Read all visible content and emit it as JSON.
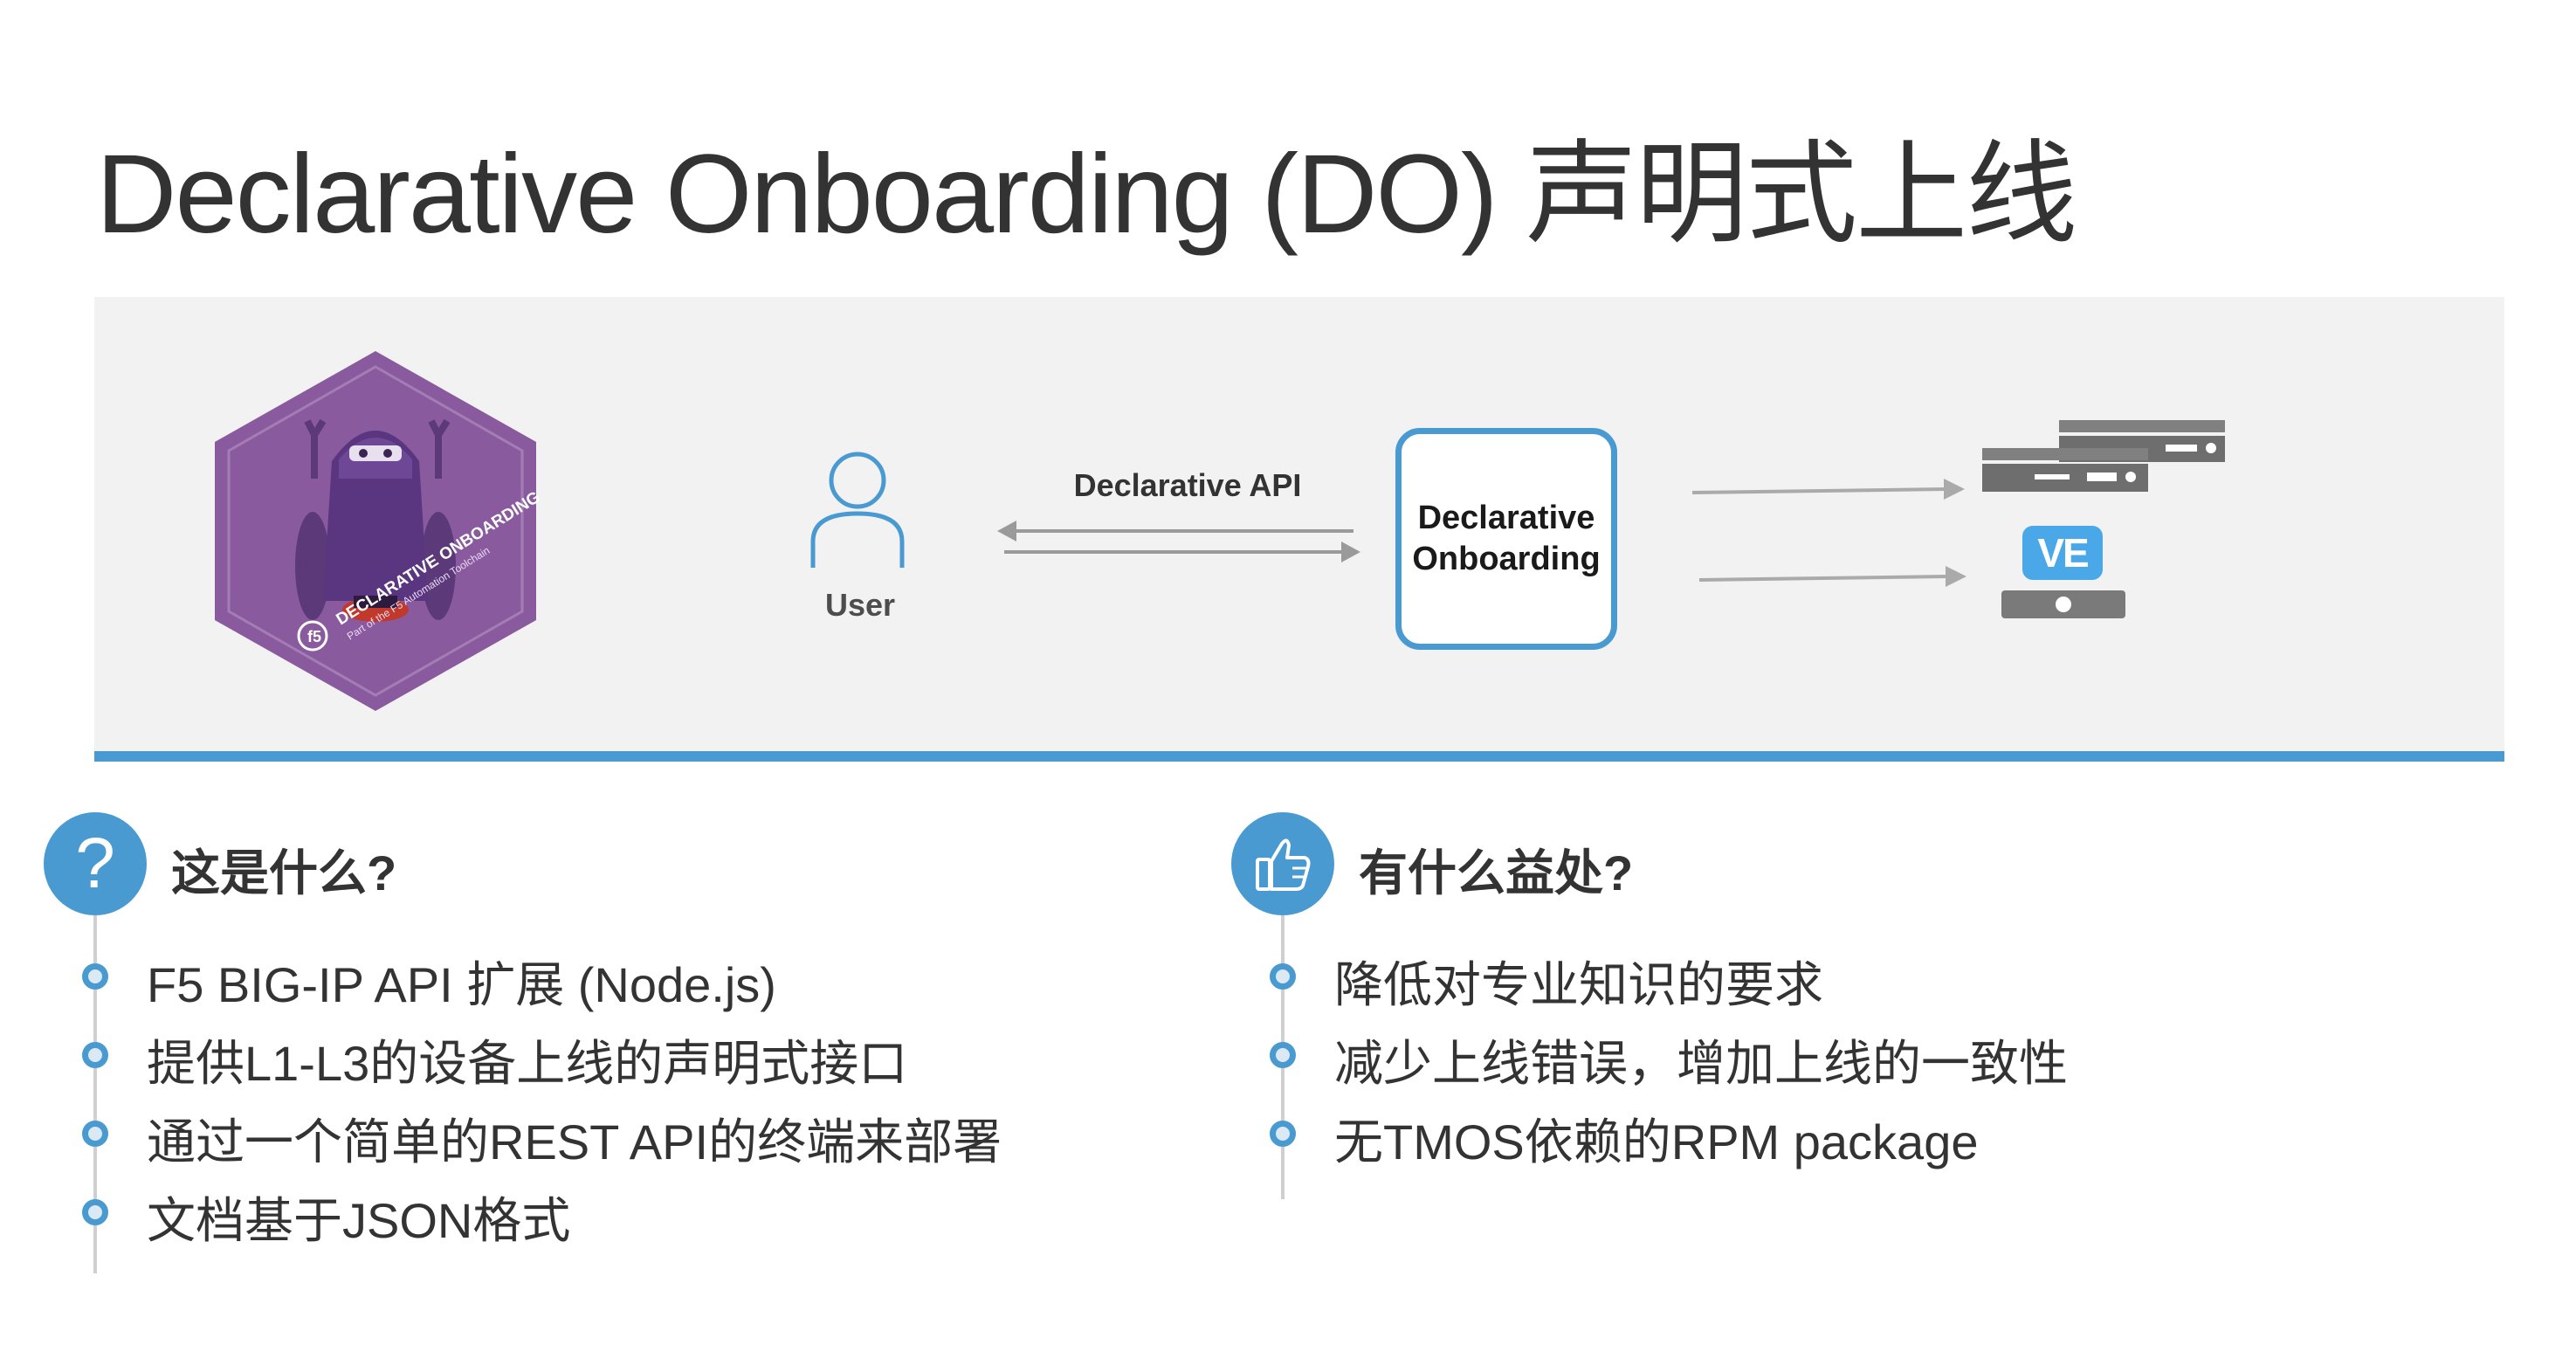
{
  "title": "Declarative Onboarding (DO) 声明式上线",
  "diagram": {
    "badge": {
      "text": "DECLARATIVE ONBOARDING",
      "subtext": "Part of the F5 Automation Toolchain"
    },
    "user_label": "User",
    "api_label": "Declarative API",
    "do_label": "Declarative\nOnboarding",
    "ve_label": "VE"
  },
  "sections": [
    {
      "title": "这是什么?",
      "icon": "question-icon",
      "items": [
        "F5 BIG-IP API 扩展 (Node.js)",
        "提供L1-L3的设备上线的声明式接口",
        "通过一个简单的REST API的终端来部署",
        "文档基于JSON格式"
      ]
    },
    {
      "title": "有什么益处?",
      "icon": "thumbs-up-icon",
      "items": [
        "降低对专业知识的要求",
        "减少上线错误，增加上线的一致性",
        "无TMOS依赖的RPM package"
      ]
    }
  ],
  "colors": {
    "accent": "#4a9ad2",
    "badge_purple": "#8a5a9e",
    "panel_bg": "#f2f2f2"
  }
}
